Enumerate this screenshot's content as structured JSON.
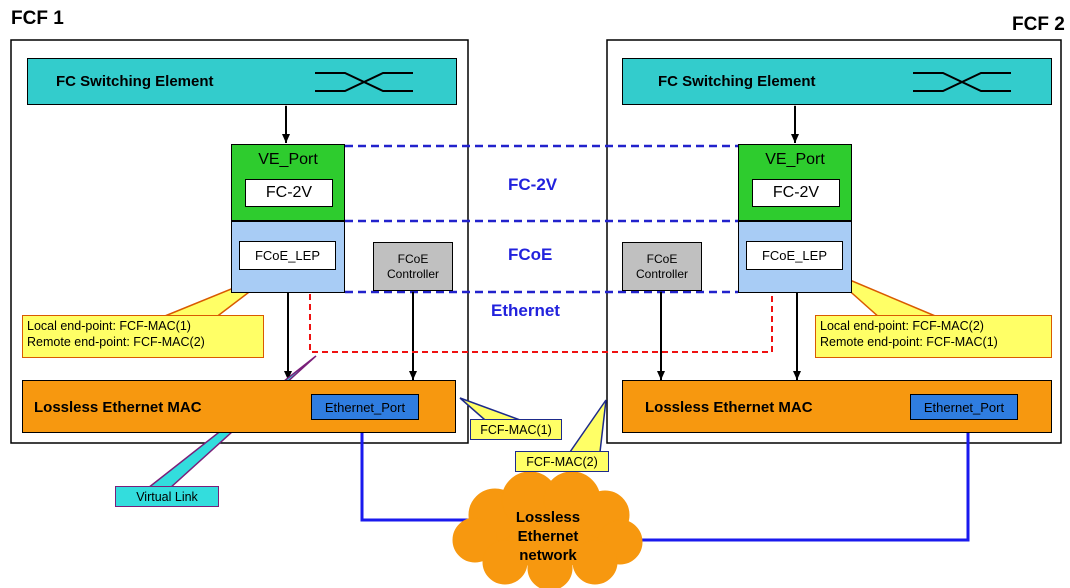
{
  "fcf1": {
    "title": "FCF 1",
    "switching_element": "FC Switching Element",
    "ve_port": "VE_Port",
    "fc2v": "FC-2V",
    "fcoe_lep": "FCoE_LEP",
    "controller_line1": "FCoE",
    "controller_line2": "Controller",
    "mac": "Lossless Ethernet MAC",
    "ethernet_port": "Ethernet_Port",
    "callout_local": "Local end-point: FCF-MAC(1)",
    "callout_remote": "Remote end-point: FCF-MAC(2)",
    "mac_label": "FCF-MAC(1)"
  },
  "fcf2": {
    "title": "FCF 2",
    "switching_element": "FC Switching Element",
    "ve_port": "VE_Port",
    "fc2v": "FC-2V",
    "fcoe_lep": "FCoE_LEP",
    "controller_line1": "FCoE",
    "controller_line2": "Controller",
    "mac": "Lossless Ethernet MAC",
    "ethernet_port": "Ethernet_Port",
    "callout_local": "Local end-point: FCF-MAC(2)",
    "callout_remote": "Remote end-point: FCF-MAC(1)",
    "mac_label": "FCF-MAC(2)"
  },
  "layers": {
    "fc2v": "FC-2V",
    "fcoe": "FCoE",
    "ethernet": "Ethernet"
  },
  "virtual_link_label": "Virtual Link",
  "network": {
    "line1": "Lossless",
    "line2": "Ethernet",
    "line3": "network"
  },
  "colors": {
    "switching_element": "#33cccc",
    "ve_port": "#2ecc2e",
    "fcoe_lep_area": "#a8ccf5",
    "controller": "#c0c0c0",
    "mac": "#f7980f",
    "ethernet_port": "#2f7de0",
    "callout": "#ffff66",
    "virtual_link": "#33dddd",
    "network_cloud": "#f7980f",
    "layer_text": "#2222dd",
    "dashed_layer_lines": "#2222cc",
    "virtual_link_path": "#ee1111",
    "ethernet_cable": "#1a1aee"
  }
}
